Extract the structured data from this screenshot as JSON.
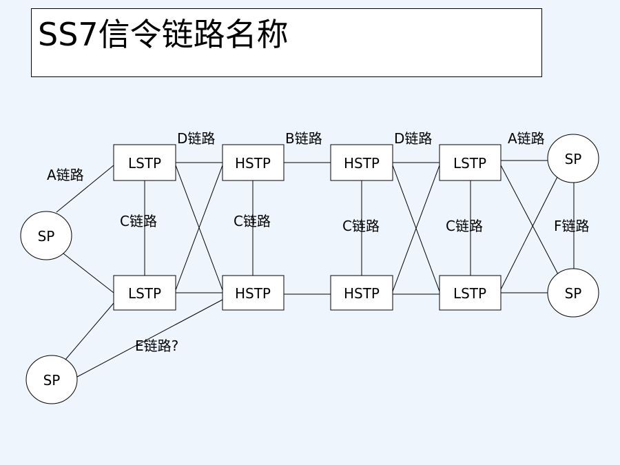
{
  "title": "SS7信令链路名称",
  "nodes": {
    "sp_left": "SP",
    "sp_bottom_left": "SP",
    "lstp_tl": "LSTP",
    "lstp_bl": "LSTP",
    "hstp_1t": "HSTP",
    "hstp_1b": "HSTP",
    "hstp_2t": "HSTP",
    "hstp_2b": "HSTP",
    "lstp_tr": "LSTP",
    "lstp_br": "LSTP",
    "sp_right_top": "SP",
    "sp_right_bottom": "SP"
  },
  "link_labels": {
    "a_left": "A链路",
    "d_left": "D链路",
    "b_mid": "B链路",
    "d_right": "D链路",
    "a_right": "A链路",
    "c_1": "C链路",
    "c_2": "C链路",
    "c_3": "C链路",
    "c_4": "C链路",
    "f_right": "F链路",
    "e_bottom": "E链路?"
  }
}
